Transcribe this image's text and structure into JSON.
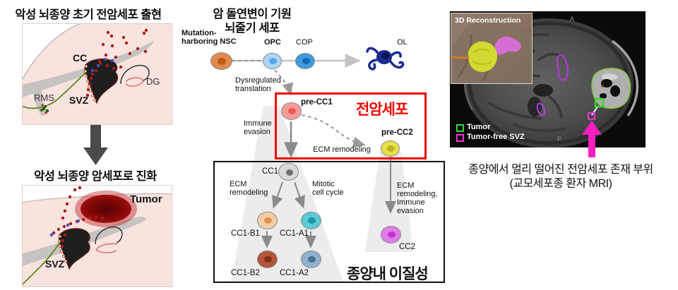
{
  "colors": {
    "accent_red": "#F00500",
    "panel_pink": "#F9E3DF",
    "tumor_dark_red": "#7E0707",
    "legend_tumor_green": "#3FD23F",
    "legend_svz_magenta": "#E833D6",
    "big_arrow_gray": "#4A4A4A",
    "magenta_arrow": "#F41FC0"
  },
  "left": {
    "panel1": {
      "title": "악성 뇌종양 초기 전암세포 출현",
      "cc": "CC",
      "rms": "RMS",
      "svz": "SVZ",
      "dg": "DG"
    },
    "panel2": {
      "title": "악성 뇌종양 암세포로 진화",
      "tumor": "Tumor",
      "svz": "SVZ"
    }
  },
  "middle": {
    "header_line1": "암 돌연변이 기원",
    "header_line2": "뇌줄기 세포",
    "nsc_line1": "Mutation-",
    "nsc_line2": "harboring NSC",
    "opc": "OPC",
    "cop": "COP",
    "ol": "OL",
    "dysreg_line1": "Dysregulated",
    "dysreg_line2": "translation",
    "precc1": "pre-CC1",
    "precancer": "전암세포",
    "immune_line1": "Immune",
    "immune_line2": "evasion",
    "ecm_remodeling": "ECM remodeling",
    "precc2": "pre-CC2",
    "cc1": "CC1",
    "ecm_line1": "ECM",
    "ecm_line2": "remodeling",
    "mitotic_line1": "Mitotic",
    "mitotic_line2": "cell cycle",
    "cc1b1": "CC1-B1",
    "cc1a1": "CC1-A1",
    "cc1b2": "CC1-B2",
    "cc1a2": "CC1-A2",
    "branch2_line1": "ECM",
    "branch2_line2": "remodeling,",
    "branch2_line3": "Immune",
    "branch2_line4": "evasion",
    "cc2": "CC2",
    "heterogeneity": "종양내 이질성"
  },
  "right": {
    "inset_title": "3D Reconstruction",
    "legend_tumor": "Tumor",
    "legend_svz": "Tumor-free SVZ",
    "orient_a": "A",
    "orient_p": "P",
    "caption_line1": "종양에서 멀리 떨어진 전암세포 존재 부위",
    "caption_line2": "(교모세포종 환자 MRI)"
  }
}
